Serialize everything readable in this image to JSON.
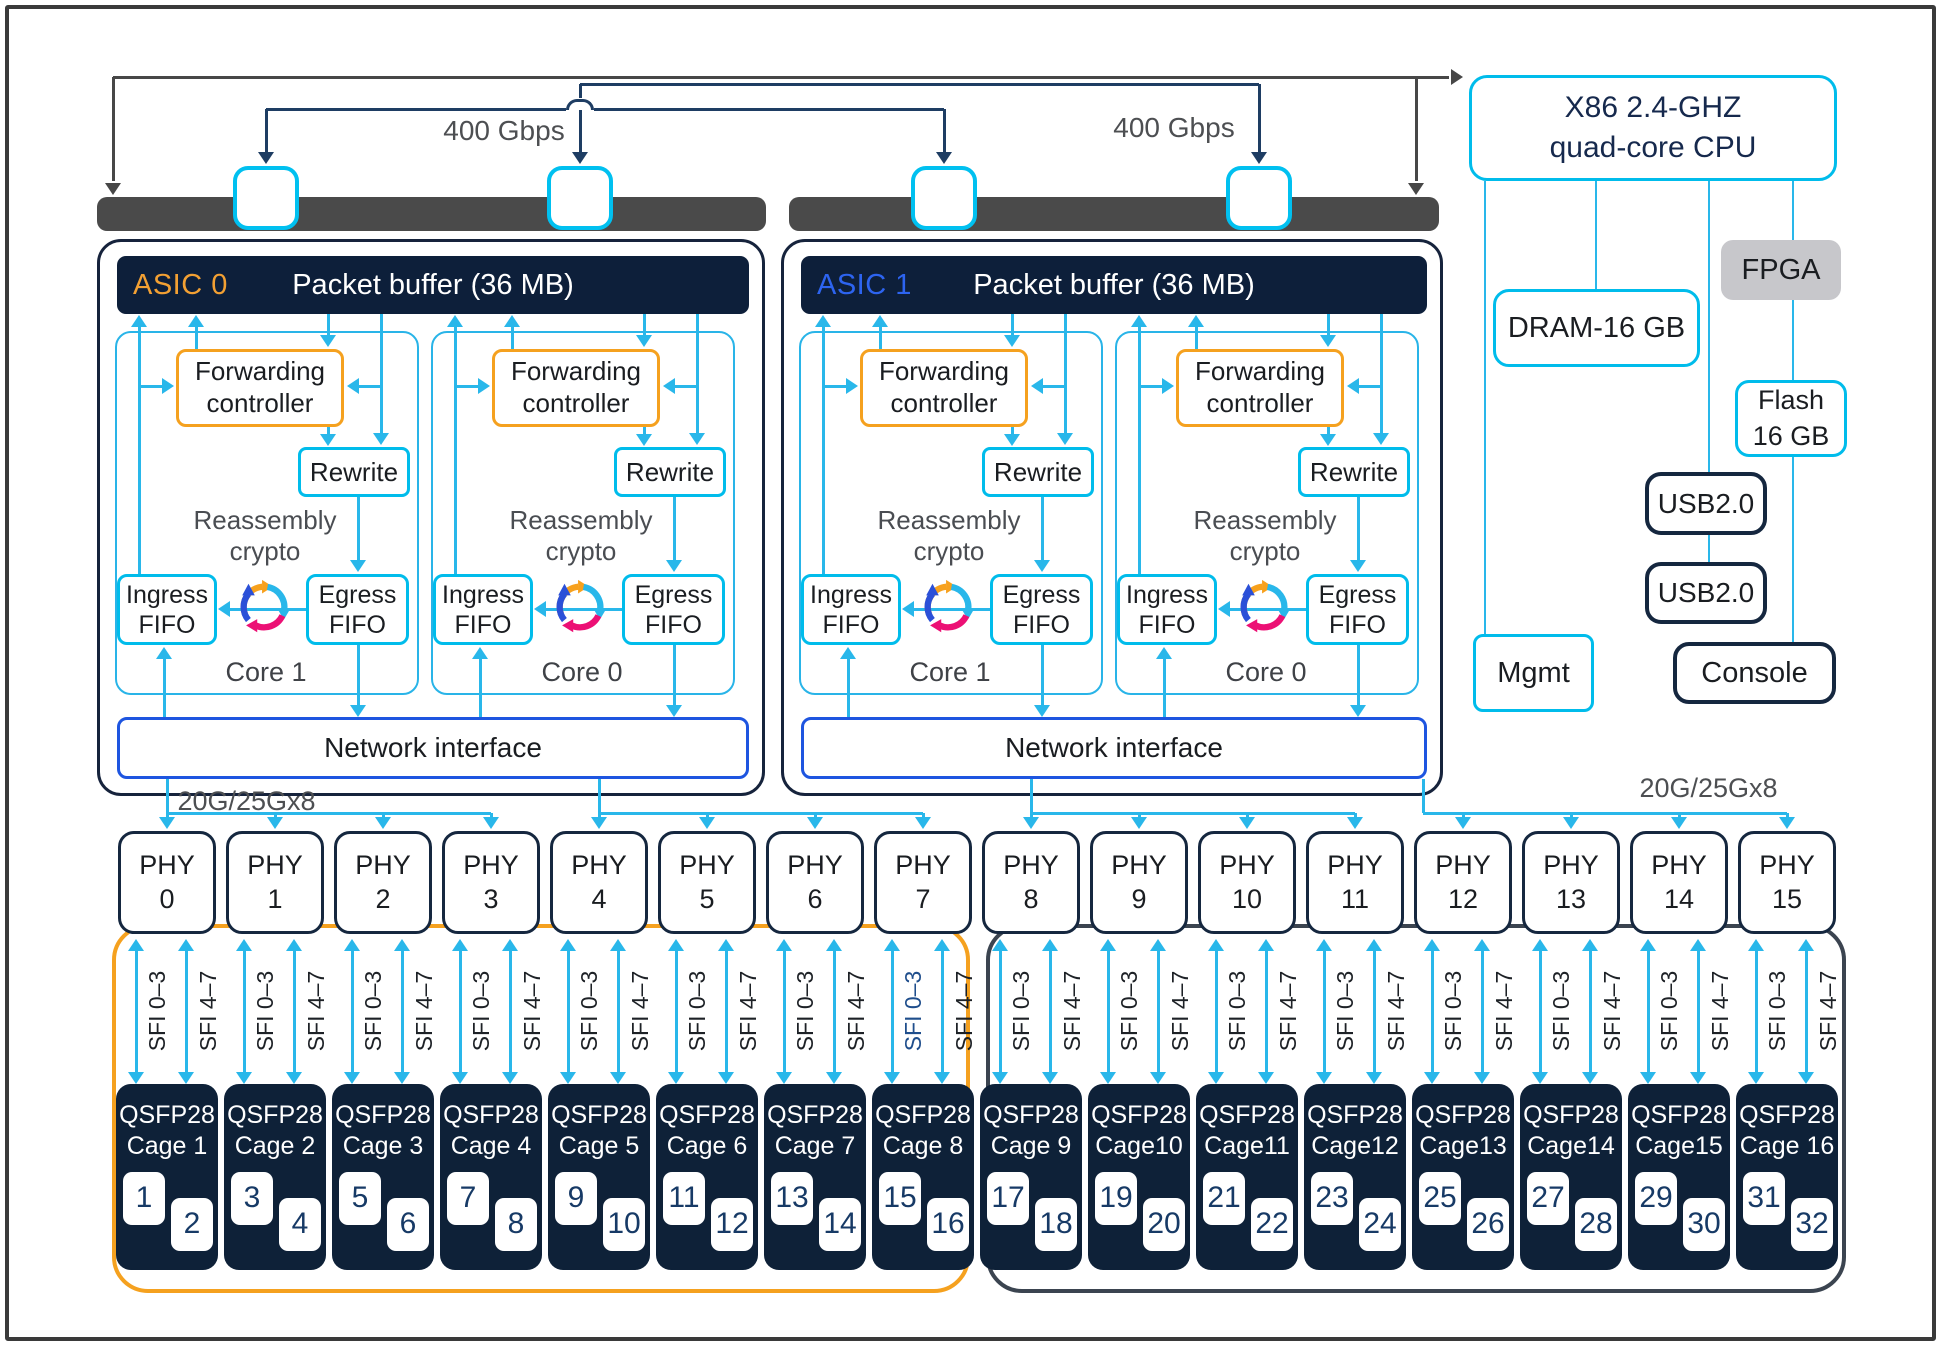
{
  "colors": {
    "cyan_line": "#29b7ea",
    "cyan_border": "#00bceb",
    "connector_cyan": "#00c0f0",
    "navy_fill": "#0d1f3a",
    "navy_border": "#15273f",
    "dark_line": "#474747",
    "nav_navy_line": "#1e3d63",
    "orange": "#f5a11f",
    "ni_blue": "#1e55e0",
    "asic0_label": "#f2a033",
    "asic1_label": "#2d64f0",
    "gray_bar": "#4a4a4a",
    "fpga_gray": "#c7c7cb",
    "sfi_highlight": "#1f4e8c",
    "cycle_orange": "#f7a11d",
    "cycle_cyan": "#29b7ea",
    "cycle_pink": "#ec1075",
    "cycle_blue": "#2b50d8"
  },
  "top": {
    "left_bandwidth": "400 Gbps",
    "right_bandwidth": "400 Gbps",
    "cpu": {
      "line1": "X86 2.4-GHZ",
      "line2": "quad-core CPU"
    }
  },
  "asics": [
    {
      "label": "ASIC 0",
      "buffer": "Packet buffer (36 MB)",
      "network_interface": "Network interface",
      "link_label": "20G/25Gx8",
      "cores": [
        {
          "name": "Core 1"
        },
        {
          "name": "Core 0"
        }
      ]
    },
    {
      "label": "ASIC 1",
      "buffer": "Packet buffer (36 MB)",
      "network_interface": "Network interface",
      "link_label": "20G/25Gx8",
      "cores": [
        {
          "name": "Core 1"
        },
        {
          "name": "Core 0"
        }
      ]
    }
  ],
  "core_block": {
    "forwarding_line1": "Forwarding",
    "forwarding_line2": "controller",
    "rewrite": "Rewrite",
    "reassembly_line1": "Reassembly",
    "reassembly_line2": "crypto",
    "ingress_line1": "Ingress",
    "ingress_line2": "FIFO",
    "egress_line1": "Egress",
    "egress_line2": "FIFO",
    "cycle_icon": "reassembly-crypto-cycle-icon"
  },
  "phy_row": {
    "prefix": "PHY",
    "numbers": [
      "0",
      "1",
      "2",
      "3",
      "4",
      "5",
      "6",
      "7",
      "8",
      "9",
      "10",
      "11",
      "12",
      "13",
      "14",
      "15"
    ]
  },
  "sfi": {
    "low": "SFI 0–3",
    "high": "SFI 4–7",
    "highlight_phy": 7
  },
  "cages": [
    {
      "type": "QSFP28",
      "name": "Cage 1",
      "ports": [
        "1",
        "2"
      ]
    },
    {
      "type": "QSFP28",
      "name": "Cage 2",
      "ports": [
        "3",
        "4"
      ]
    },
    {
      "type": "QSFP28",
      "name": "Cage 3",
      "ports": [
        "5",
        "6"
      ]
    },
    {
      "type": "QSFP28",
      "name": "Cage 4",
      "ports": [
        "7",
        "8"
      ]
    },
    {
      "type": "QSFP28",
      "name": "Cage 5",
      "ports": [
        "9",
        "10"
      ]
    },
    {
      "type": "QSFP28",
      "name": "Cage 6",
      "ports": [
        "11",
        "12"
      ]
    },
    {
      "type": "QSFP28",
      "name": "Cage 7",
      "ports": [
        "13",
        "14"
      ]
    },
    {
      "type": "QSFP28",
      "name": "Cage 8",
      "ports": [
        "15",
        "16"
      ]
    },
    {
      "type": "QSFP28",
      "name": "Cage 9",
      "ports": [
        "17",
        "18"
      ]
    },
    {
      "type": "QSFP28",
      "name": "Cage10",
      "ports": [
        "19",
        "20"
      ]
    },
    {
      "type": "QSFP28",
      "name": "Cage11",
      "ports": [
        "21",
        "22"
      ]
    },
    {
      "type": "QSFP28",
      "name": "Cage12",
      "ports": [
        "23",
        "24"
      ]
    },
    {
      "type": "QSFP28",
      "name": "Cage13",
      "ports": [
        "25",
        "26"
      ]
    },
    {
      "type": "QSFP28",
      "name": "Cage14",
      "ports": [
        "27",
        "28"
      ]
    },
    {
      "type": "QSFP28",
      "name": "Cage15",
      "ports": [
        "29",
        "30"
      ]
    },
    {
      "type": "QSFP28",
      "name": "Cage 16",
      "ports": [
        "31",
        "32"
      ]
    }
  ],
  "right_column": {
    "dram": "DRAM-16 GB",
    "fpga": "FPGA",
    "flash_line1": "Flash",
    "flash_line2": "16 GB",
    "usb_top": "USB2.0",
    "usb_bottom": "USB2.0",
    "mgmt": "Mgmt",
    "console": "Console"
  }
}
